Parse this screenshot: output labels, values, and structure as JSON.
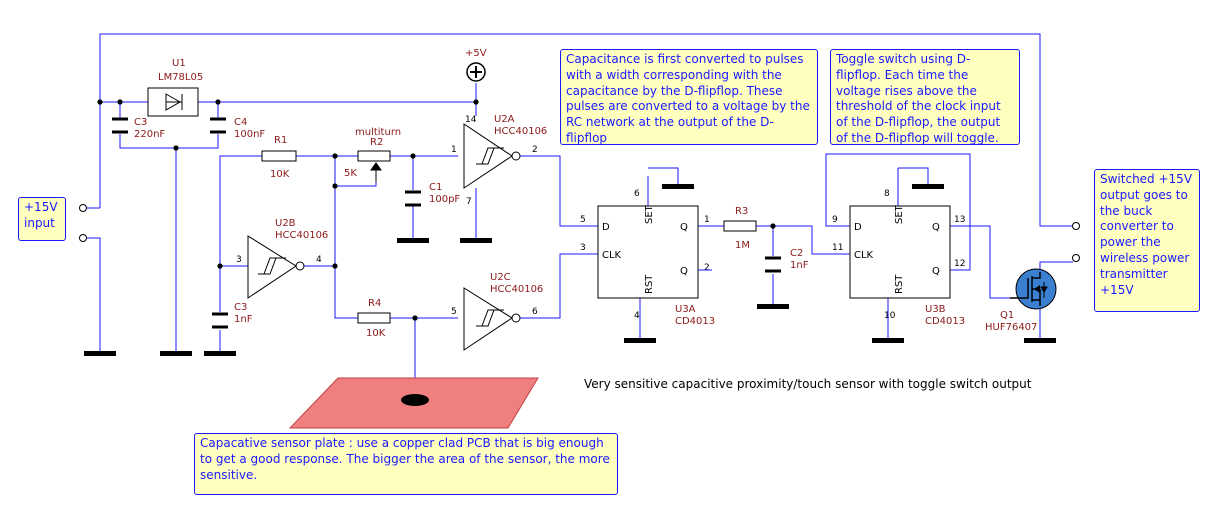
{
  "caption": "Very sensitive capacitive proximity/touch sensor with toggle switch output",
  "notes": {
    "input": "+15V input",
    "capacitance": "Capacitance is first converted to pulses with a width corresponding with the capacitance by the D-flipflop. These pulses are converted to a voltage by the RC network at the output of the D-flipflop",
    "toggle": "Toggle switch using D-flipflop. Each time the voltage rises above the threshold of the clock input of the D-flipflop, the output of the D-flipflop will toggle.",
    "output": "Switched +15V output goes to the buck converter to power the wireless power transmitter +15V",
    "sensor": "Capacative sensor plate : use a copper clad PCB that is big enough to get a good response. The bigger the area of the sensor, the more sensitive."
  },
  "components": {
    "u1": {
      "ref": "U1",
      "value": "LM78L05"
    },
    "c3a": {
      "ref": "C3",
      "value": "220nF"
    },
    "c4": {
      "ref": "C4",
      "value": "100nF"
    },
    "r1": {
      "ref": "R1",
      "value": "10K"
    },
    "r2": {
      "ref": "R2",
      "value": "5K",
      "note": "multiturn"
    },
    "c1": {
      "ref": "C1",
      "value": "100pF"
    },
    "u2a": {
      "ref": "U2A",
      "value": "HCC40106"
    },
    "u2b": {
      "ref": "U2B",
      "value": "HCC40106"
    },
    "u2c": {
      "ref": "U2C",
      "value": "HCC40106"
    },
    "c3b": {
      "ref": "C3",
      "value": "1nF"
    },
    "r4": {
      "ref": "R4",
      "value": "10K"
    },
    "r3": {
      "ref": "R3",
      "value": "1M"
    },
    "c2": {
      "ref": "C2",
      "value": "1nF"
    },
    "u3a": {
      "ref": "U3A",
      "value": "CD4013"
    },
    "u3b": {
      "ref": "U3B",
      "value": "CD4013"
    },
    "q1": {
      "ref": "Q1",
      "value": "HUF76407"
    },
    "vcc": {
      "label": "+5V"
    }
  },
  "ff_pins": {
    "d": "D",
    "clk": "CLK",
    "q": "Q",
    "qbar": "Q",
    "set": "SET",
    "rst": "RST"
  },
  "pins": {
    "u2a_in": "1",
    "u2a_out": "2",
    "u2a_vdd": "14",
    "u2a_vss": "7",
    "u2b_in": "3",
    "u2b_out": "4",
    "u2c_in": "5",
    "u2c_out": "6",
    "u3a_d": "5",
    "u3a_clk": "3",
    "u3a_q": "1",
    "u3a_qb": "2",
    "u3a_set": "6",
    "u3a_rst": "4",
    "u3b_d": "9",
    "u3b_clk": "11",
    "u3b_q": "13",
    "u3b_qb": "12",
    "u3b_set": "8",
    "u3b_rst": "10"
  },
  "colors": {
    "wire": "#1a1aff",
    "ref": "#8b1a1a",
    "note_bg": "#ffffc0",
    "plate": "#f08080",
    "mosfet": "#3a7fd0"
  }
}
